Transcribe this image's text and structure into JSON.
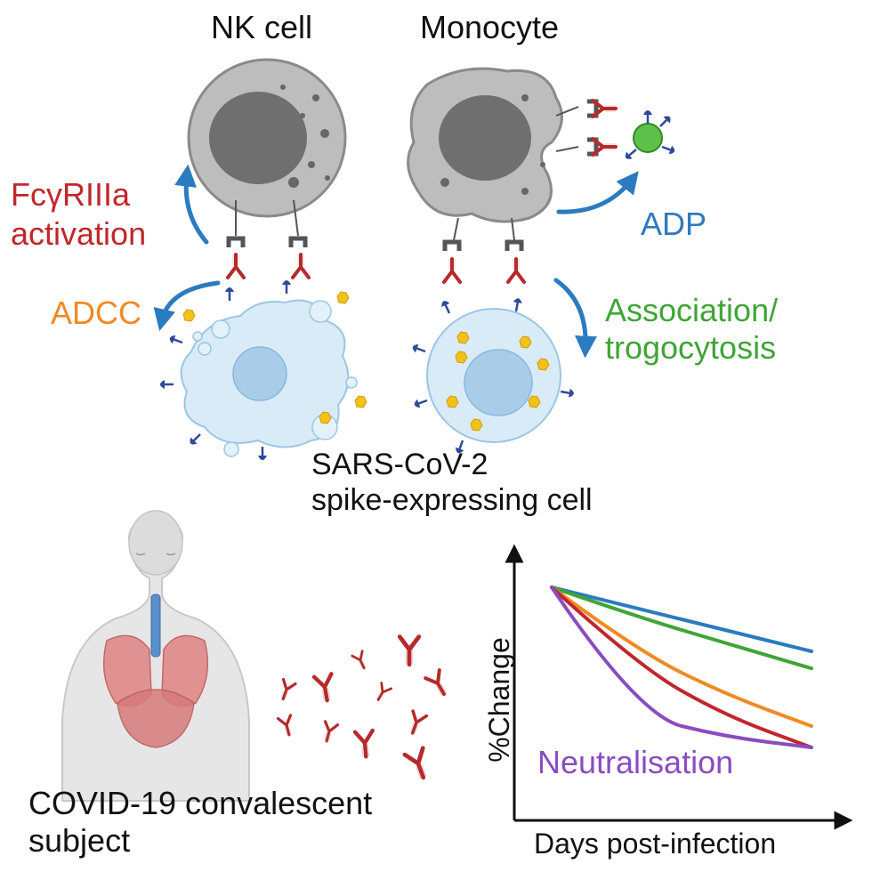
{
  "labels": {
    "nk_cell": "NK cell",
    "monocyte": "Monocyte",
    "fcgr_line1": "FcγRIIIa",
    "fcgr_line2": "activation",
    "adcc": "ADCC",
    "adp": "ADP",
    "assoc_line1": "Association/",
    "assoc_line2": "trogocytosis",
    "target_line1": "SARS-CoV-2",
    "target_line2": "spike-expressing cell",
    "subject_line1": "COVID-19 convalescent",
    "subject_line2": "subject",
    "neutralisation": "Neutralisation",
    "y_axis": "%Change",
    "x_axis": "Days post-infection"
  },
  "colors": {
    "red": "#c0272d",
    "orange": "#f08a24",
    "blue": "#2b7bc0",
    "green": "#3fa535",
    "purple": "#8a4cc0",
    "cell_gray": "#bdbdbd",
    "nucleus_gray": "#6f6f6f",
    "target_fill": "#d8ebf7",
    "antibody": "#b52b2b",
    "spike": "#2e4a9a",
    "debris": "#f2c21a"
  },
  "chart_data": {
    "type": "line",
    "xlabel": "Days post-infection",
    "ylabel": "%Change",
    "series": [
      {
        "color": "#2b7bc0",
        "values": [
          100,
          90,
          80,
          70
        ]
      },
      {
        "color": "#3fa535",
        "values": [
          100,
          86,
          74,
          62
        ]
      },
      {
        "color": "#f08a24",
        "values": [
          100,
          70,
          50,
          35
        ]
      },
      {
        "color": "#c0272d",
        "values": [
          100,
          63,
          40,
          25
        ]
      },
      {
        "color": "#8a4cc0",
        "values": [
          100,
          40,
          30,
          25
        ],
        "name": "Neutralisation"
      }
    ]
  }
}
